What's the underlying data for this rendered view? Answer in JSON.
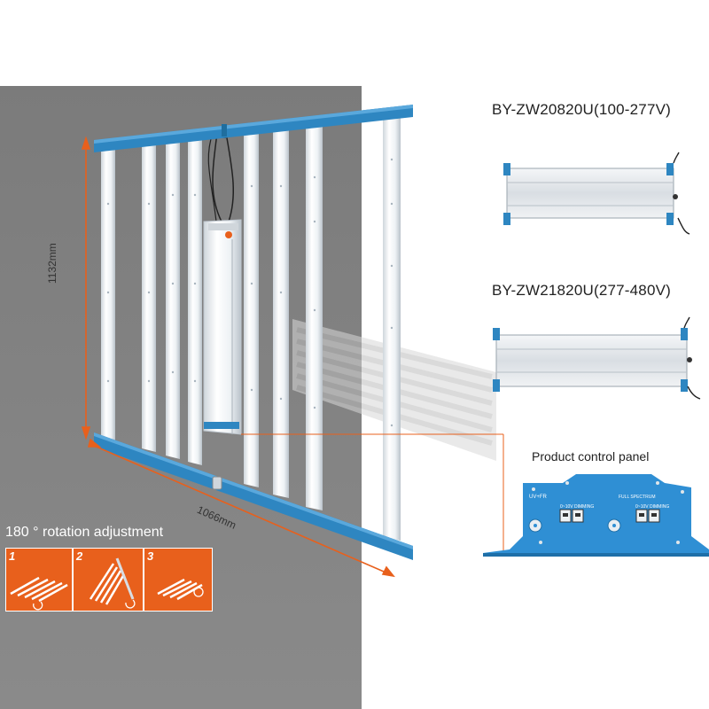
{
  "dimensions": {
    "height": "1132mm",
    "width": "1066mm"
  },
  "rotation": {
    "title": "180 ° rotation adjustment",
    "steps": [
      "1",
      "2",
      "3"
    ]
  },
  "drivers": [
    {
      "model": "BY-ZW20820U(100-277V)"
    },
    {
      "model": "BY-ZW21820U(277-480V)"
    }
  ],
  "control_panel": {
    "title": "Product control panel",
    "uv_label": "UV+FR",
    "full_label": "FULL SPECTRUM",
    "dimming_left": "0~10V DIMMING",
    "dimming_right": "0~10V DIMMING"
  },
  "colors": {
    "accent_orange": "#e8601c",
    "frame_blue": "#2e86c1",
    "wall_gray": "#7d7d7d",
    "panel_blue": "#2f8fd4"
  }
}
